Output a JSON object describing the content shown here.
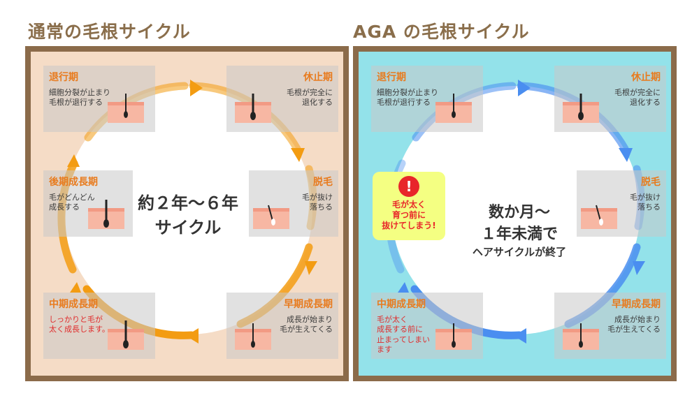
{
  "titles": {
    "normal": "通常の毛根サイクル",
    "aga": "AGA の毛根サイクル"
  },
  "colors": {
    "normal_arrow": "#f39c12",
    "aga_arrow": "#4a8ef0",
    "phase_text": "#e87b1e",
    "warn_text": "#e02b2b",
    "frame": "#8b6b4a"
  },
  "normal": {
    "center": "約２年～６年\nサイクル",
    "phases": {
      "regression": {
        "name": "退行期",
        "desc": "細胞分裂が止まり\n毛根が退行する"
      },
      "rest": {
        "name": "休止期",
        "desc": "毛根が完全に\n退化する"
      },
      "shedding": {
        "name": "脱毛",
        "desc": "毛が抜け\n落ちる"
      },
      "early": {
        "name": "早期成長期",
        "desc": "成長が始まり\n毛が生えてくる"
      },
      "middle": {
        "name": "中期成長期",
        "desc": "しっかりと毛が\n太く成長します。"
      },
      "late": {
        "name": "後期成長期",
        "desc": "毛がどんどん\n成長する"
      }
    }
  },
  "aga": {
    "center_main": "数か月～\n１年未満で",
    "center_sub": "ヘアサイクルが終了",
    "alert": {
      "icon": "!",
      "message": "毛が太く\n育つ前に\n抜けてしまう!"
    },
    "phases": {
      "regression": {
        "name": "退行期",
        "desc": "細胞分裂が止まり\n毛根が退行する"
      },
      "rest": {
        "name": "休止期",
        "desc": "毛根が完全に\n退化する"
      },
      "shedding": {
        "name": "脱毛",
        "desc": "毛が抜け\n落ちる"
      },
      "early": {
        "name": "早期成長期",
        "desc": "成長が始まり\n毛が生えてくる"
      },
      "middle": {
        "name": "中期成長期",
        "desc": "毛が太く\n成長する前に\n止まってしまい\nます"
      }
    }
  }
}
